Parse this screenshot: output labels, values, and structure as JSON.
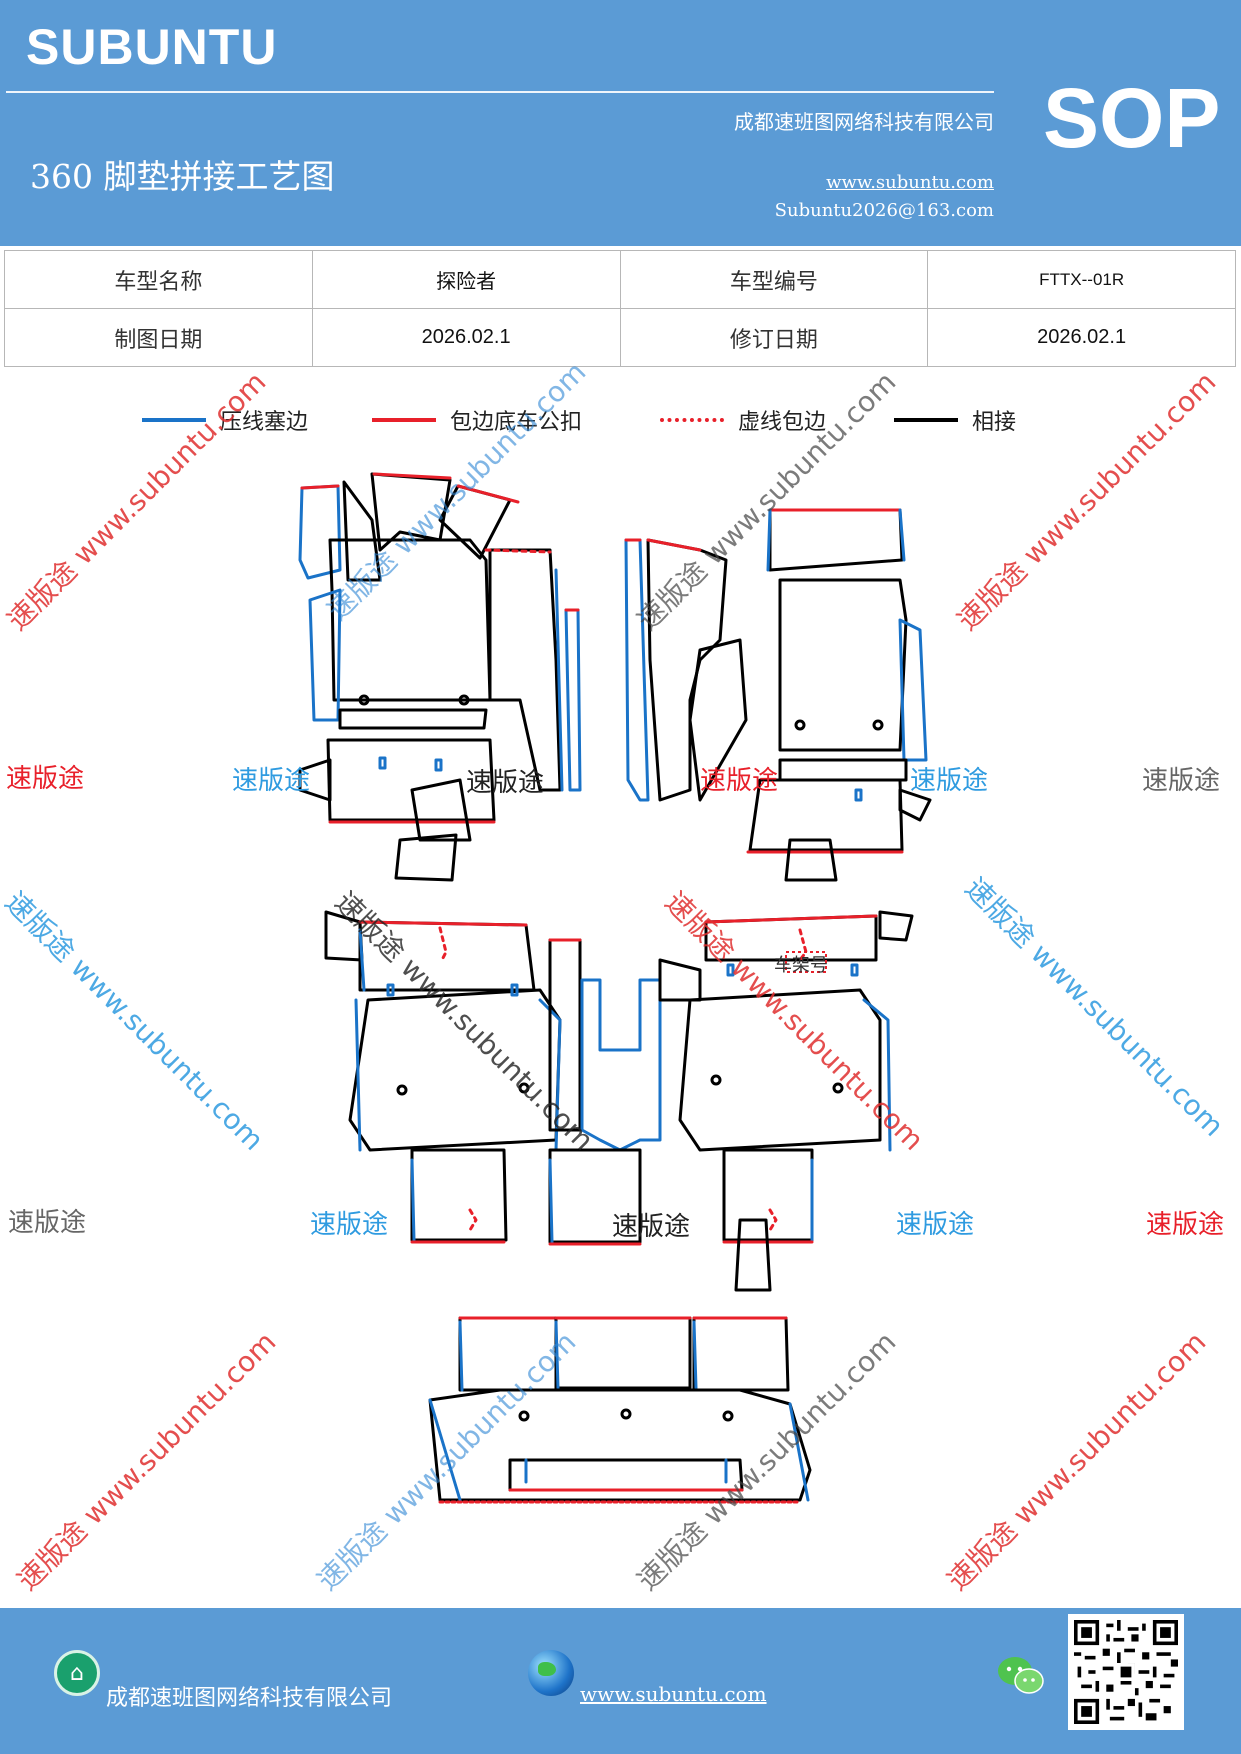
{
  "header": {
    "brand": "SUBUNTU",
    "company": "成都速班图网络科技有限公司",
    "title": "360 脚垫拼接工艺图",
    "website": "www.subuntu.com",
    "email": "Subuntu2026@163.com",
    "badge": "SOP"
  },
  "info_table": {
    "rows": [
      {
        "label1": "车型名称",
        "value1": "探险者",
        "label2": "车型编号",
        "value2": "FTTX--01R"
      },
      {
        "label1": "制图日期",
        "value1": "2026.02.1",
        "label2": "修订日期",
        "value2": "2026.02.1"
      }
    ]
  },
  "legend": {
    "items": [
      {
        "label": "压线塞边",
        "color": "#1a73c8",
        "style": "solid"
      },
      {
        "label": "包边底车公扣",
        "color": "#e8202a",
        "style": "solid"
      },
      {
        "label": "虚线包边",
        "color": "#e8202a",
        "style": "dotted"
      },
      {
        "label": "相接",
        "color": "#000000",
        "style": "solid"
      }
    ]
  },
  "diagram": {
    "frame_label": "车架号"
  },
  "watermark": {
    "brand": "速版途",
    "url": "www.subuntu.com",
    "colors": {
      "red": "#e8202a",
      "blue": "#2f9be0",
      "gray": "#666666",
      "black": "#222222"
    }
  },
  "footer": {
    "company": "成都速班图网络科技有限公司",
    "website": "www.subuntu.com",
    "company_icon": "home-badge-icon",
    "site_icon": "globe-icon",
    "social_icon": "wechat-icon",
    "qr": "qr-code"
  }
}
